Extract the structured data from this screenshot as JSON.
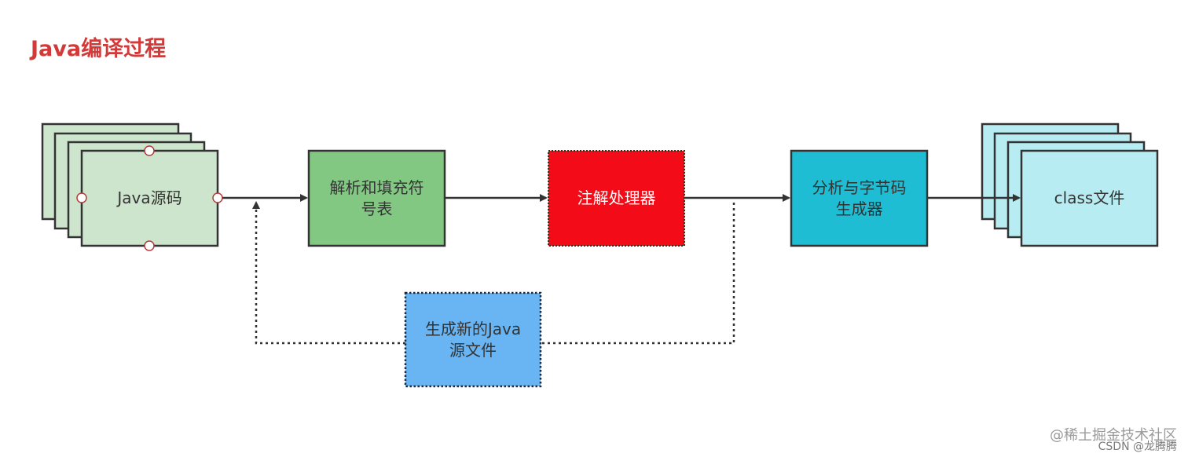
{
  "title": "Java编译过程",
  "nodes": {
    "source": {
      "label": "Java源码",
      "fill": "#cce5cc",
      "stroke": "#333333"
    },
    "parse": {
      "label": "解析和填充符\n号表",
      "fill": "#82c883",
      "stroke": "#333333"
    },
    "annotation": {
      "label": "注解处理器",
      "fill": "#f30c17",
      "stroke": "#1e3a1e"
    },
    "bytecode": {
      "label": "分析与字节码\n生成器",
      "fill": "#1fbdd3",
      "stroke": "#333333"
    },
    "class_files": {
      "label": "class文件",
      "fill": "#b6ecf2",
      "stroke": "#333333"
    },
    "new_source": {
      "label": "生成新的Java\n源文件",
      "fill": "#69b5f3",
      "stroke": "#1b2a44"
    }
  },
  "colors": {
    "edge": "#333333",
    "title": "#d23a3a"
  },
  "watermark": {
    "line1": "@稀土掘金技术社区",
    "line2": "CSDN @龙腾腾"
  }
}
